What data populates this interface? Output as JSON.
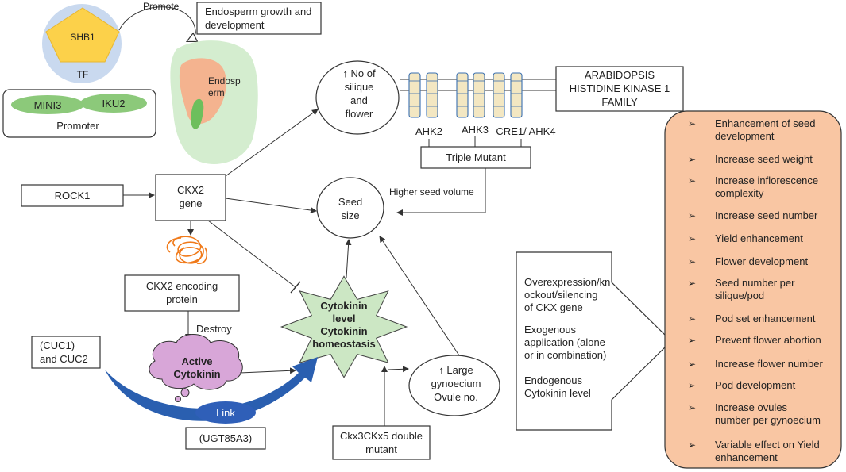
{
  "colors": {
    "accent_orange": "#f9c6a3",
    "pentagon_yellow": "#fcd14a",
    "tf_circle": "#c9d9ef",
    "green_ellipse": "#8cc97a",
    "star_green": "#cce7c4",
    "cloud_purple": "#d8a6d8",
    "arrow_blue": "#2a5fb0",
    "link_oval": "#2f5fb8"
  },
  "labels": {
    "promote": "Promote",
    "shb1": "SHB1",
    "tf": "TF",
    "endosperm_box": [
      "Endosperm growth and",
      "development"
    ],
    "endosperm_seed": [
      "Endosp",
      "erm"
    ],
    "mini3": "MINI3",
    "iku2": "IKU2",
    "promoter": "Promoter",
    "silique": [
      "↑ No of",
      "silique",
      "and",
      "flower"
    ],
    "ahk_family": [
      "ARABIDOPSIS",
      "HISTIDINE KINASE 1",
      "FAMILY"
    ],
    "ahk2": "AHK2",
    "ahk3": "AHK3",
    "cre1": "CRE1/ AHK4",
    "triple_mutant": "Triple Mutant",
    "rock1": "ROCK1",
    "ckx2_gene": [
      "CKX2",
      "gene"
    ],
    "higher_seed_volume": "Higher seed volume",
    "seed_size": [
      "Seed",
      "size"
    ],
    "ckx2_protein": [
      "CKX2 encoding",
      "protein"
    ],
    "destroy": "Destroy",
    "cytokinin_star": [
      "Cytokinin",
      "level",
      "Cytokinin",
      "homeostasis"
    ],
    "cuc": [
      "(CUC1)",
      "and CUC2"
    ],
    "active_cytokinin": [
      "Active",
      "Cytokinin"
    ],
    "large_gynoecium": [
      "↑ Large",
      "gynoecium",
      "Ovule no."
    ],
    "link": "Link",
    "ugt": "(UGT85A3)",
    "ckx_double": [
      "Ckx3CKx5 double",
      "mutant"
    ],
    "middle_box": [
      [
        "Overexpression/kn",
        "ockout/silencing",
        "of CKX gene"
      ],
      [
        "Exogenous",
        "application (alone",
        "or in combination)"
      ],
      [
        "Endogenous",
        "Cytokinin level"
      ]
    ]
  },
  "effects": [
    [
      "Enhancement of seed",
      "development"
    ],
    [
      "Increase seed weight"
    ],
    [
      "Increase inflorescence",
      "complexity"
    ],
    [
      "Increase seed number"
    ],
    [
      "Yield enhancement"
    ],
    [
      "Flower development"
    ],
    [
      "Seed number per",
      "silique/pod"
    ],
    [
      "Pod set enhancement"
    ],
    [
      "Prevent flower abortion"
    ],
    [
      "Increase flower number"
    ],
    [
      "Pod development"
    ],
    [
      "Increase ovules",
      "number per gynoecium"
    ],
    [
      "Variable effect on Yield",
      "enhancement"
    ]
  ],
  "bullet_glyph": "➢"
}
